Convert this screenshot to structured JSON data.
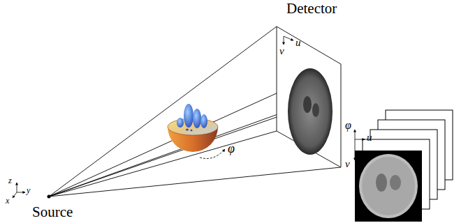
{
  "diagram": {
    "labels": [
      "Detector",
      "v",
      "u",
      "φ",
      "φ",
      "u",
      "v",
      "z",
      "y",
      "x",
      "Source"
    ]
  }
}
